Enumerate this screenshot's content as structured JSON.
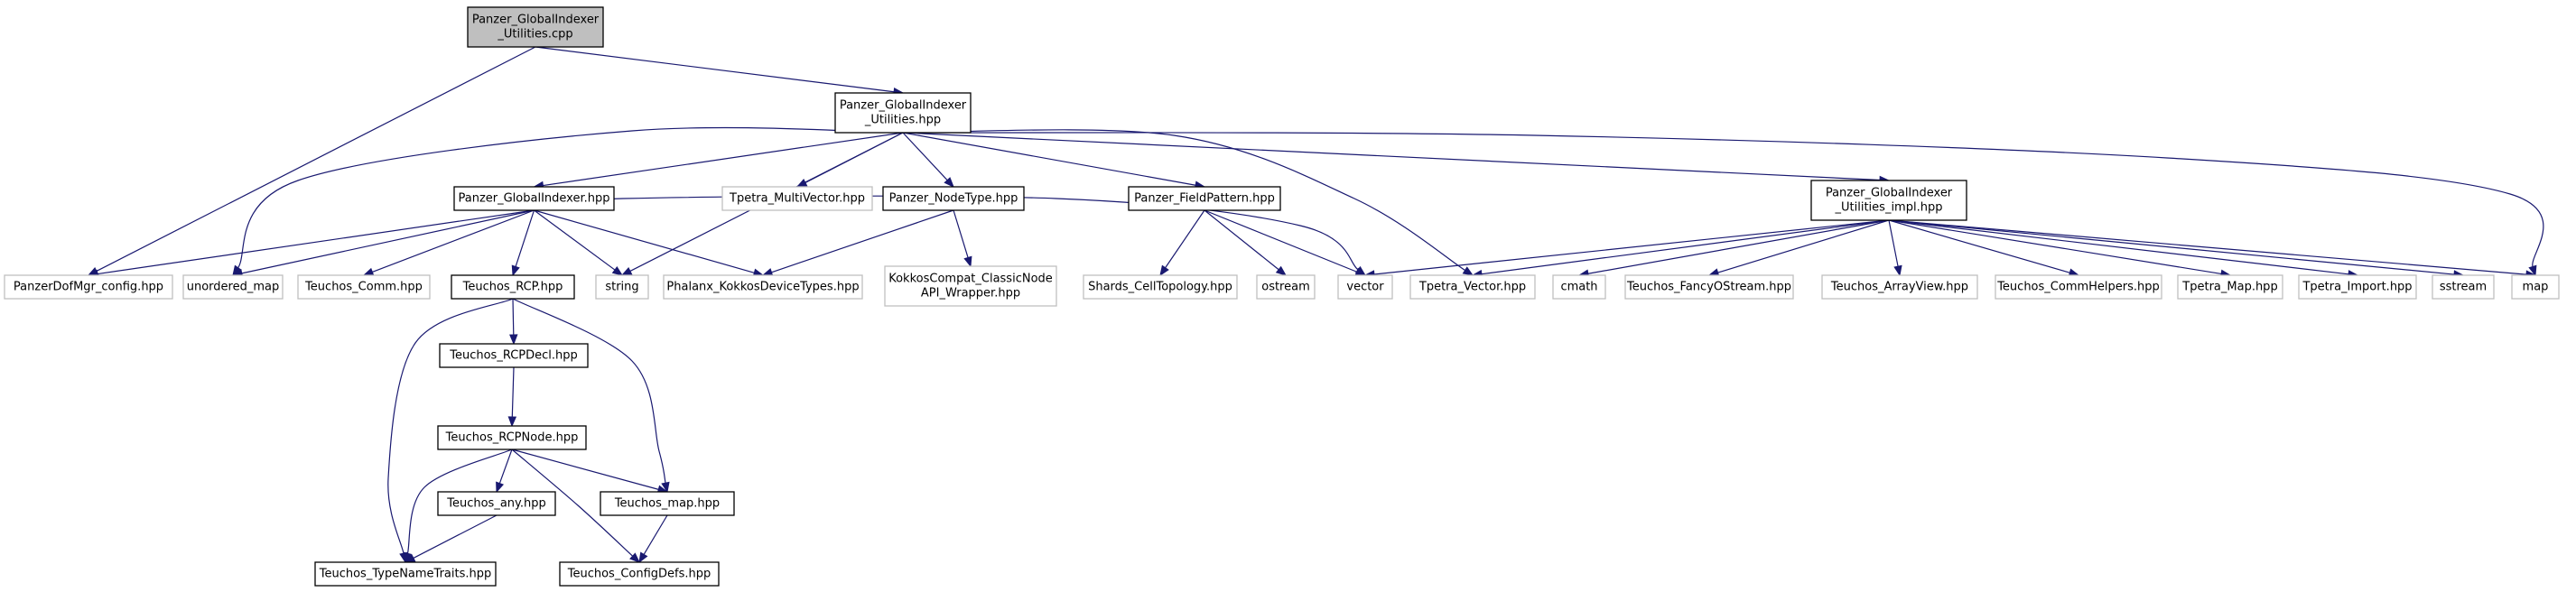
{
  "diagram": {
    "nodes": [
      {
        "id": "gi_util_cpp",
        "lines": [
          "Panzer_GlobalIndexer",
          "_Utilities.cpp"
        ],
        "style": "main"
      },
      {
        "id": "gi_util_hpp",
        "lines": [
          "Panzer_GlobalIndexer",
          "_Utilities.hpp"
        ],
        "style": "doc"
      },
      {
        "id": "dofmgr_config",
        "lines": [
          "PanzerDofMgr_config.hpp"
        ],
        "style": "ext"
      },
      {
        "id": "unordered_map",
        "lines": [
          "unordered_map"
        ],
        "style": "ext"
      },
      {
        "id": "gi_hpp",
        "lines": [
          "Panzer_GlobalIndexer.hpp"
        ],
        "style": "doc"
      },
      {
        "id": "tpetra_mv",
        "lines": [
          "Tpetra_MultiVector.hpp"
        ],
        "style": "ext"
      },
      {
        "id": "nodetype",
        "lines": [
          "Panzer_NodeType.hpp"
        ],
        "style": "doc"
      },
      {
        "id": "fieldpattern",
        "lines": [
          "Panzer_FieldPattern.hpp"
        ],
        "style": "doc"
      },
      {
        "id": "gi_util_impl",
        "lines": [
          "Panzer_GlobalIndexer",
          "_Utilities_impl.hpp"
        ],
        "style": "doc"
      },
      {
        "id": "teuchos_comm",
        "lines": [
          "Teuchos_Comm.hpp"
        ],
        "style": "ext"
      },
      {
        "id": "teuchos_rcp",
        "lines": [
          "Teuchos_RCP.hpp"
        ],
        "style": "doc"
      },
      {
        "id": "string",
        "lines": [
          "string"
        ],
        "style": "ext"
      },
      {
        "id": "phalanx_kokkos",
        "lines": [
          "Phalanx_KokkosDeviceTypes.hpp"
        ],
        "style": "ext"
      },
      {
        "id": "kokkoscompat",
        "lines": [
          "KokkosCompat_ClassicNode",
          "API_Wrapper.hpp"
        ],
        "style": "ext"
      },
      {
        "id": "shards",
        "lines": [
          "Shards_CellTopology.hpp"
        ],
        "style": "ext"
      },
      {
        "id": "ostream",
        "lines": [
          "ostream"
        ],
        "style": "ext"
      },
      {
        "id": "vector",
        "lines": [
          "vector"
        ],
        "style": "ext"
      },
      {
        "id": "tpetra_vector",
        "lines": [
          "Tpetra_Vector.hpp"
        ],
        "style": "ext"
      },
      {
        "id": "cmath",
        "lines": [
          "cmath"
        ],
        "style": "ext"
      },
      {
        "id": "fancyostream",
        "lines": [
          "Teuchos_FancyOStream.hpp"
        ],
        "style": "ext"
      },
      {
        "id": "arrayview",
        "lines": [
          "Teuchos_ArrayView.hpp"
        ],
        "style": "ext"
      },
      {
        "id": "commhelpers",
        "lines": [
          "Teuchos_CommHelpers.hpp"
        ],
        "style": "ext"
      },
      {
        "id": "tpetra_map",
        "lines": [
          "Tpetra_Map.hpp"
        ],
        "style": "ext"
      },
      {
        "id": "tpetra_import",
        "lines": [
          "Tpetra_Import.hpp"
        ],
        "style": "ext"
      },
      {
        "id": "sstream",
        "lines": [
          "sstream"
        ],
        "style": "ext"
      },
      {
        "id": "map",
        "lines": [
          "map"
        ],
        "style": "ext"
      },
      {
        "id": "rcpdecl",
        "lines": [
          "Teuchos_RCPDecl.hpp"
        ],
        "style": "doc"
      },
      {
        "id": "rcpnode",
        "lines": [
          "Teuchos_RCPNode.hpp"
        ],
        "style": "doc"
      },
      {
        "id": "teuchos_any",
        "lines": [
          "Teuchos_any.hpp"
        ],
        "style": "doc"
      },
      {
        "id": "teuchos_map",
        "lines": [
          "Teuchos_map.hpp"
        ],
        "style": "doc"
      },
      {
        "id": "typenametraits",
        "lines": [
          "Teuchos_TypeNameTraits.hpp"
        ],
        "style": "doc"
      },
      {
        "id": "configdefs",
        "lines": [
          "Teuchos_ConfigDefs.hpp"
        ],
        "style": "doc"
      }
    ],
    "edges": [
      [
        "gi_util_cpp",
        "dofmgr_config"
      ],
      [
        "gi_util_cpp",
        "gi_util_hpp"
      ],
      [
        "gi_util_hpp",
        "unordered_map"
      ],
      [
        "gi_util_hpp",
        "gi_hpp"
      ],
      [
        "gi_util_hpp",
        "tpetra_mv"
      ],
      [
        "gi_util_hpp",
        "nodetype"
      ],
      [
        "gi_util_hpp",
        "fieldpattern"
      ],
      [
        "gi_util_hpp",
        "gi_util_impl"
      ],
      [
        "gi_util_hpp",
        "string"
      ],
      [
        "gi_util_hpp",
        "tpetra_vector"
      ],
      [
        "gi_util_hpp",
        "map"
      ],
      [
        "gi_hpp",
        "dofmgr_config"
      ],
      [
        "gi_hpp",
        "unordered_map"
      ],
      [
        "gi_hpp",
        "teuchos_comm"
      ],
      [
        "gi_hpp",
        "teuchos_rcp"
      ],
      [
        "gi_hpp",
        "string"
      ],
      [
        "gi_hpp",
        "phalanx_kokkos"
      ],
      [
        "gi_hpp",
        "vector"
      ],
      [
        "nodetype",
        "phalanx_kokkos"
      ],
      [
        "nodetype",
        "kokkoscompat"
      ],
      [
        "fieldpattern",
        "shards"
      ],
      [
        "fieldpattern",
        "ostream"
      ],
      [
        "fieldpattern",
        "vector"
      ],
      [
        "gi_util_impl",
        "vector"
      ],
      [
        "gi_util_impl",
        "tpetra_vector"
      ],
      [
        "gi_util_impl",
        "cmath"
      ],
      [
        "gi_util_impl",
        "fancyostream"
      ],
      [
        "gi_util_impl",
        "arrayview"
      ],
      [
        "gi_util_impl",
        "commhelpers"
      ],
      [
        "gi_util_impl",
        "tpetra_map"
      ],
      [
        "gi_util_impl",
        "tpetra_import"
      ],
      [
        "gi_util_impl",
        "sstream"
      ],
      [
        "gi_util_impl",
        "map"
      ],
      [
        "teuchos_rcp",
        "rcpdecl"
      ],
      [
        "teuchos_rcp",
        "typenametraits"
      ],
      [
        "teuchos_rcp",
        "teuchos_map"
      ],
      [
        "rcpdecl",
        "rcpnode"
      ],
      [
        "rcpnode",
        "teuchos_any"
      ],
      [
        "rcpnode",
        "teuchos_map"
      ],
      [
        "rcpnode",
        "typenametraits"
      ],
      [
        "rcpnode",
        "configdefs"
      ],
      [
        "teuchos_any",
        "typenametraits"
      ],
      [
        "teuchos_map",
        "configdefs"
      ]
    ]
  }
}
